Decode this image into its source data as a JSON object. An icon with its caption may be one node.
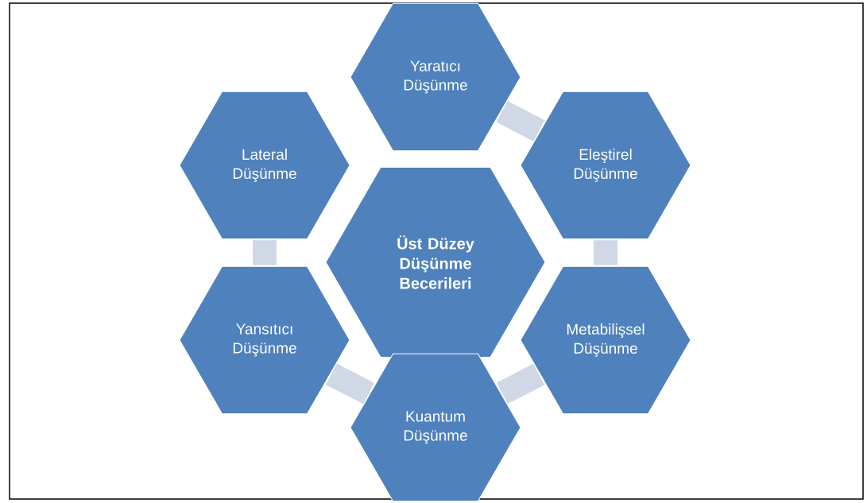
{
  "diagram": {
    "nodes": [
      {
        "text": [
          "Yaratıcı Düşünme"
        ]
      },
      {
        "text": [
          "Lateral Düşünme"
        ]
      },
      {
        "text": [
          "Eleştirel Düşünme"
        ]
      },
      {
        "text": [
          "Üst Düzey Düşünme Becerileri"
        ]
      },
      {
        "text": [
          "Yansıtıcı Düşünme"
        ]
      },
      {
        "text": [
          "Metabilişsel Düşünme"
        ]
      },
      {
        "text": [
          "Kuantum Düşünme"
        ]
      }
    ],
    "edges": [
      {
        "from": 0,
        "to": 2,
        "arrow": "none"
      },
      {
        "from": 2,
        "to": 5,
        "arrow": "none"
      },
      {
        "from": 5,
        "to": 6,
        "arrow": "none"
      },
      {
        "from": 6,
        "to": 4,
        "arrow": "none"
      },
      {
        "from": 4,
        "to": 1,
        "arrow": "none"
      }
    ]
  }
}
